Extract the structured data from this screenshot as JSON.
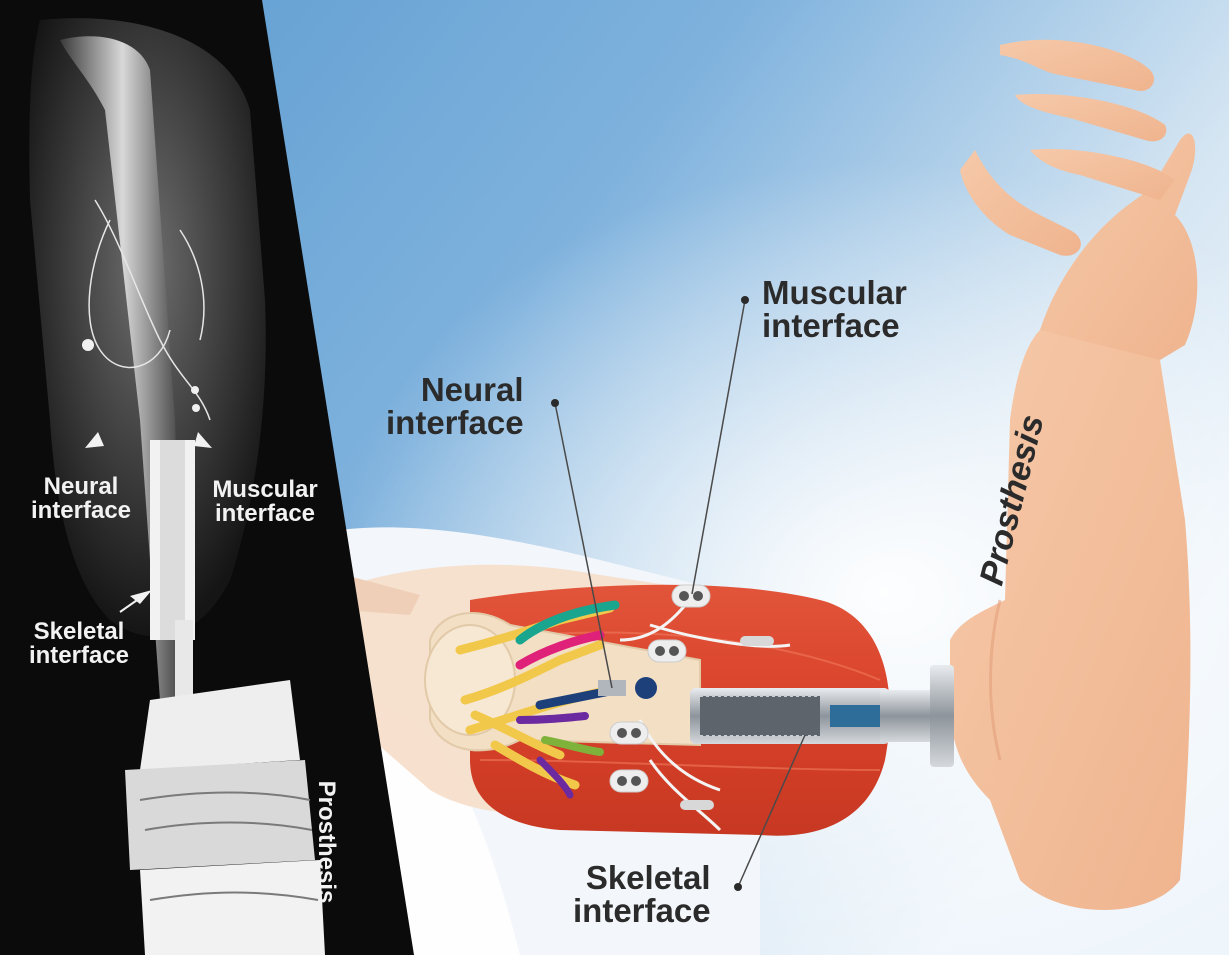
{
  "labels": {
    "main": {
      "neural": [
        "Neural",
        "interface"
      ],
      "muscular": [
        "Muscular",
        "interface"
      ],
      "skeletal": [
        "Skeletal",
        "interface"
      ],
      "prosthesis": "Prosthesis"
    },
    "xray": {
      "neural": [
        "Neural",
        "interface"
      ],
      "muscular": [
        "Muscular",
        "interface"
      ],
      "skeletal": [
        "Skeletal",
        "interface"
      ],
      "prosthesis": "Prosthesis"
    }
  },
  "colors": {
    "sky_blue": "#5f9fd3",
    "muscle_red": "#d9472b",
    "skin": "#f4c19f",
    "bone": "#f2dfc4",
    "xray_black": "#0b0b0b",
    "metal": "#9aa0a6",
    "label_dark": "#2b2b2b",
    "label_light": "#f2f2f2",
    "nerve_teal": "#1aa58f",
    "nerve_magenta": "#e0217a",
    "nerve_purple": "#6b2aa0",
    "nerve_green": "#7fb23a",
    "nerve_yellow": "#f2c84b",
    "nerve_navy": "#1d3f7a"
  }
}
